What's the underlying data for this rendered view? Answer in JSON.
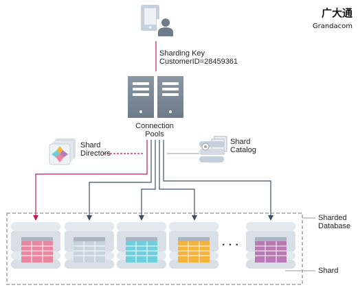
{
  "brand": {
    "name_cn": "广大通",
    "name_en": "Grandacom"
  },
  "labels": {
    "sharding_key_line1": "Sharding Key",
    "sharding_key_line2": "CustomerID=28459361",
    "connection_pools_line1": "Connection",
    "connection_pools_line2": "Pools",
    "shard_directors_line1": "Shard",
    "shard_directors_line2": "Directors",
    "shard_catalog_line1": "Shard",
    "shard_catalog_line2": "Catalog",
    "sharded_db_line1": "Sharded",
    "sharded_db_line2": "Database",
    "shard": "Shard",
    "ellipsis": "· · ·"
  },
  "icons": {
    "client": "mobile-user-icon",
    "pools": "server-pair-icon",
    "directors": "shard-directors-icon",
    "catalog": "shard-catalog-icon",
    "shard_table": "table-icon"
  },
  "colors": {
    "route_highlight": "#c2185b",
    "route_normal": "#3d4f63",
    "connector_gray": "#999999",
    "shard_pink": "#e8879f",
    "shard_gray": "#c9d3de",
    "shard_cyan": "#6fcfdc",
    "shard_orange": "#f4b33d",
    "shard_purple": "#b87ab3"
  }
}
